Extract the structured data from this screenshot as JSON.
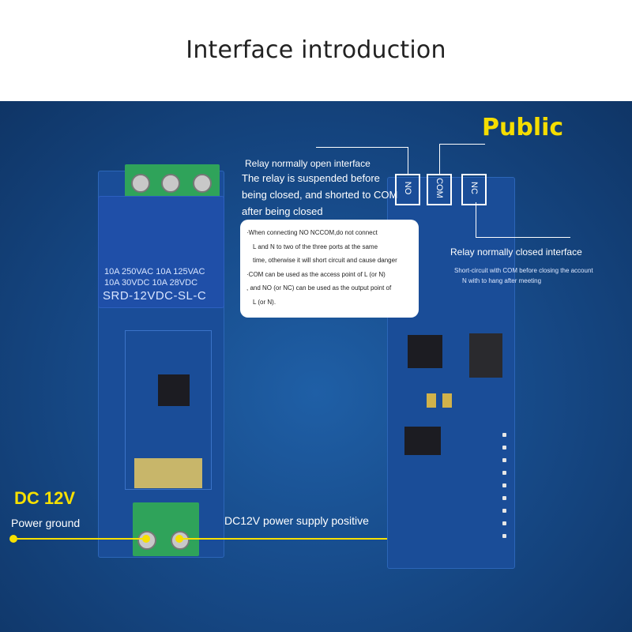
{
  "header": {
    "title": "Interface introduction"
  },
  "labels": {
    "public": "Public",
    "dc_voltage": "DC 12V",
    "power_ground": "Power ground",
    "power_positive": "DC12V power supply positive",
    "no_interface": "Relay normally open interface",
    "no_description": "The relay is suspended before being closed, and shorted to COM after being closed",
    "nc_interface": "Relay normally closed interface",
    "nc_description_1": "Short-circuit with COM before closing the account",
    "nc_description_2": "N with to hang after meeting"
  },
  "terminals": [
    "NO",
    "COM",
    "NC"
  ],
  "note": {
    "lines": [
      "·When connecting NO NCCOM,do not connect",
      "L and N to two of the three ports at the same",
      "time, otherwise it will short circuit and cause danger",
      "·COM can be used as the access point of L (or N)",
      ", and NO (or NC) can be used as the output point of",
      "L (or N)."
    ]
  },
  "relay": {
    "line1": "10A 250VAC 10A 125VAC",
    "line2": "10A  30VDC  10A  28VDC",
    "model": "SRD-12VDC-SL-C"
  },
  "colors": {
    "background_blue": "#174b8a",
    "accent_yellow": "#f7e000",
    "terminal_green": "#2fa35a"
  }
}
